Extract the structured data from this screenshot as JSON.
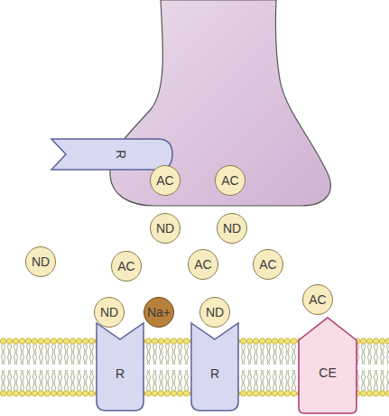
{
  "diagram": {
    "nodes": [
      {
        "text": [
          "R"
        ]
      },
      {
        "text": [
          "AC"
        ]
      },
      {
        "text": [
          "AC"
        ]
      },
      {
        "text": [
          "ND"
        ]
      },
      {
        "text": [
          "ND"
        ]
      },
      {
        "text": [
          "ND"
        ]
      },
      {
        "text": [
          "AC"
        ]
      },
      {
        "text": [
          "AC"
        ]
      },
      {
        "text": [
          "AC"
        ]
      },
      {
        "text": [
          "AC"
        ]
      },
      {
        "text": [
          "ND"
        ]
      },
      {
        "text": [
          "Na+"
        ]
      },
      {
        "text": [
          "ND"
        ]
      },
      {
        "text": [
          "R"
        ]
      },
      {
        "text": [
          "R"
        ]
      },
      {
        "text": [
          "CE"
        ]
      }
    ]
  }
}
